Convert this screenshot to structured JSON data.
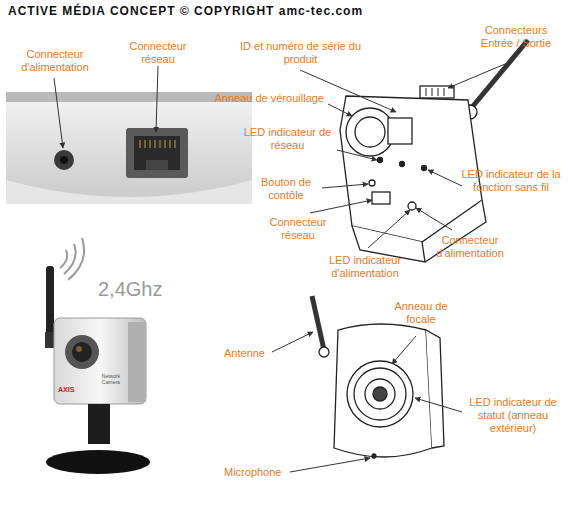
{
  "diagram": {
    "labels": [
      "ACTIVE MÉDIA CONCEPT © COPYRIGHT amc-tec.com",
      "Connecteur d'alimentation",
      "Connecteur réseau",
      "ID et numéro de série du produit",
      "Connecteurs Entrée / Sortie",
      "Anneau de vérouillage",
      "LED indicateur de réseau",
      "Bouton de contôle",
      "LED indicateur de la fonction sans fil",
      "Connecteur réseau",
      "Connecteur d'alimentation",
      "LED indicateur d'alimentation",
      "2,4Ghz",
      "AXIS",
      "Network Camera",
      "Antenne",
      "Anneau de focale",
      "LED indicateur de statut (anneau extérieur)",
      "Microphone"
    ]
  }
}
